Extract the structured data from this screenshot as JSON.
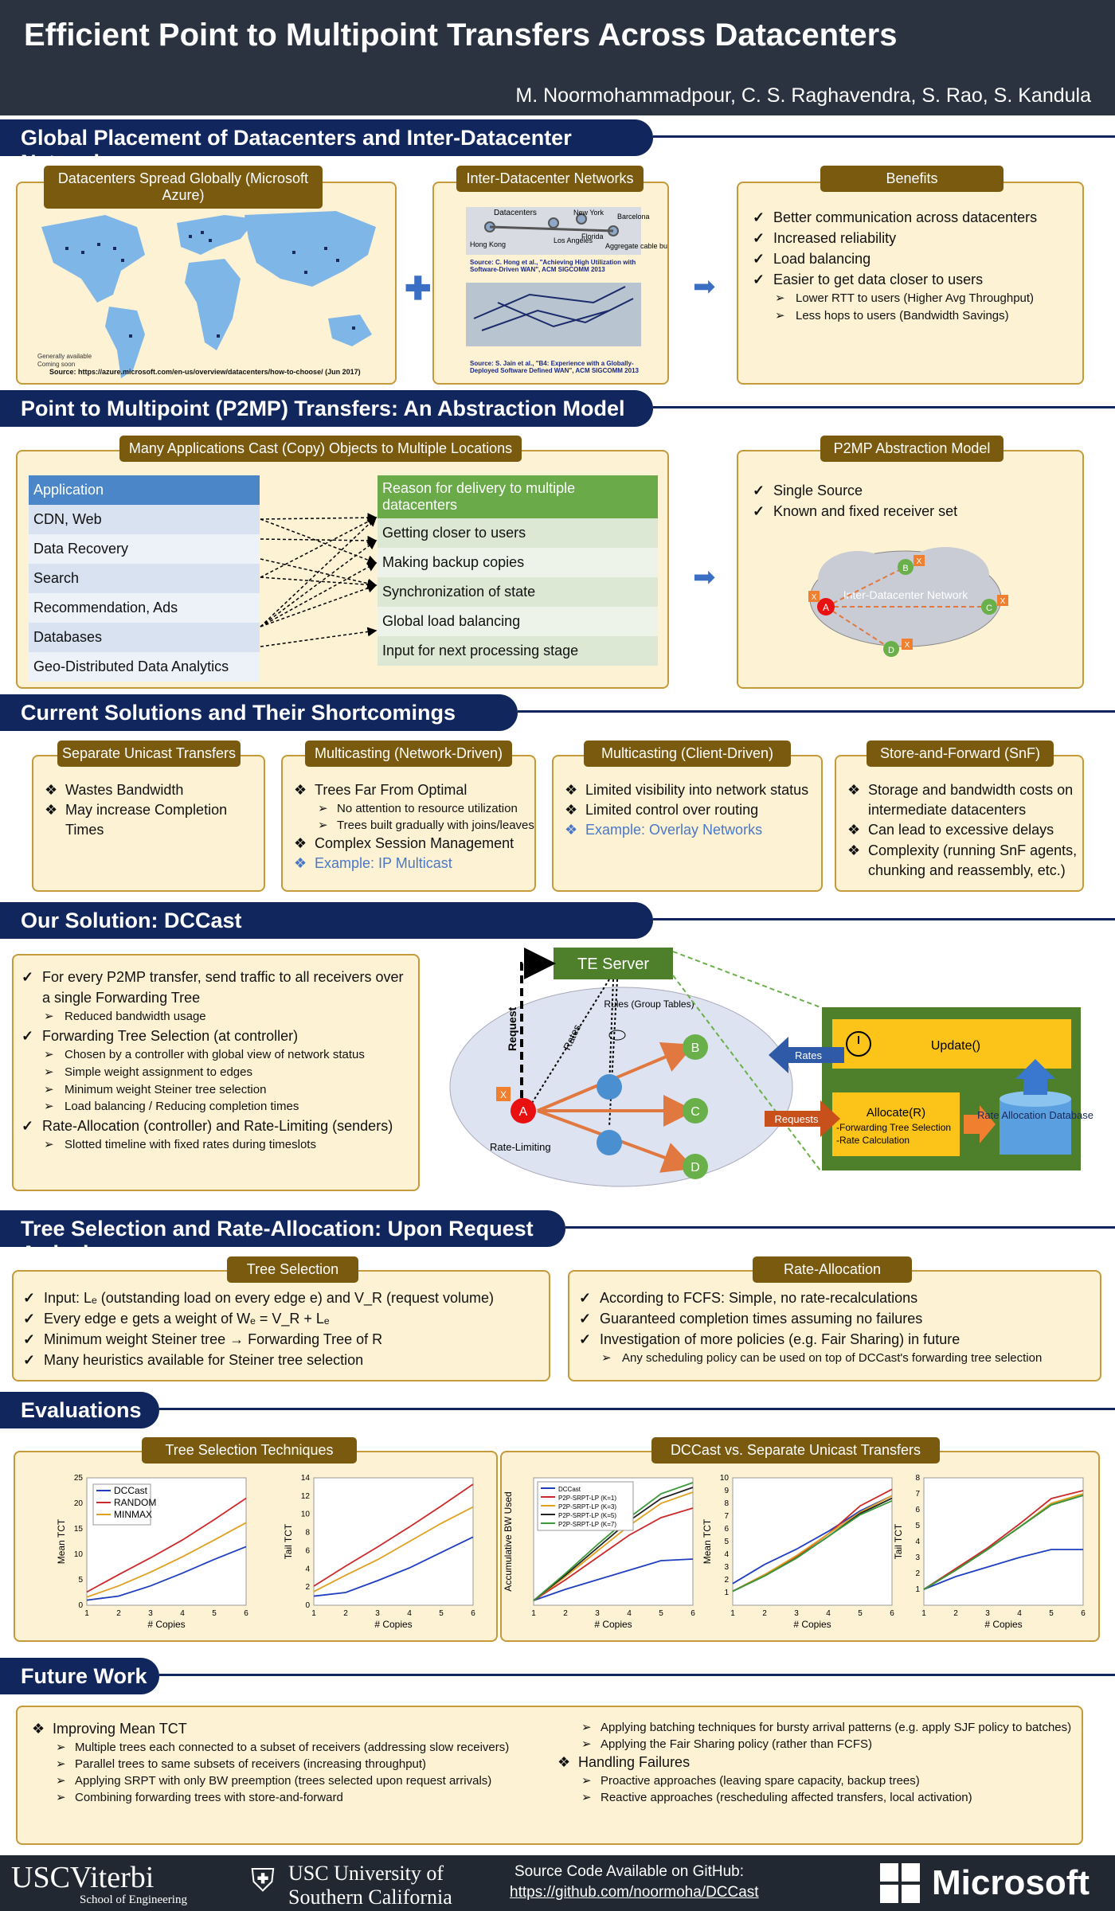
{
  "header": {
    "title": "Efficient Point to Multipoint Transfers Across Datacenters",
    "authors": "M. Noormohammadpour, C. S. Raghavendra, S. Rao, S. Kandula"
  },
  "sections": {
    "s1": "Global Placement of Datacenters and Inter-Datacenter Networks",
    "s2": "Point to Multipoint (P2MP) Transfers: An Abstraction Model",
    "s3": "Current Solutions and Their Shortcomings",
    "s4": "Our Solution: DCCast",
    "s5": "Tree Selection and Rate-Allocation: Upon Request Arrival",
    "s6": "Evaluations",
    "s7": "Future Work"
  },
  "s1": {
    "map_label": "Datacenters Spread Globally (Microsoft Azure)",
    "map_source": "Source: https://azure.microsoft.com/en-us/overview/datacenters/how-to-choose/ (Jun 2017)",
    "map_legend": [
      "Generally available",
      "Coming soon"
    ],
    "idn_label": "Inter-Datacenter Networks",
    "idn_diag": [
      "Datacenters",
      "New York",
      "Barcelona",
      "Hong Kong",
      "Los Angeles",
      "Florida",
      "Aggregate cable bundles"
    ],
    "idn_src1": "Source: C. Hong et al., \"Achieving High Utilization with Software-Driven WAN\", ACM SIGCOMM 2013",
    "idn_src2": "Source: S. Jain et al., \"B4: Experience with a Globally-Deployed Software Defined WAN\", ACM SIGCOMM 2013",
    "benefits_label": "Benefits",
    "benefits": [
      "Better communication across datacenters",
      "Increased reliability",
      "Load balancing",
      "Easier to get data closer to users"
    ],
    "benefits_sub": [
      "Lower RTT to users (Higher Avg Throughput)",
      "Less hops to users (Bandwidth Savings)"
    ]
  },
  "s2": {
    "label": "Many Applications Cast (Copy) Objects to Multiple Locations",
    "app_header": "Application",
    "apps": [
      "CDN, Web",
      "Data Recovery",
      "Search",
      "Recommendation, Ads",
      "Databases",
      "Geo-Distributed Data Analytics"
    ],
    "reason_header": "Reason for delivery to multiple datacenters",
    "reasons": [
      "Getting closer to users",
      "Making backup copies",
      "Synchronization of state",
      "Global load balancing",
      "Input for next processing stage"
    ],
    "model_label": "P2MP Abstraction Model",
    "model_items": [
      "Single Source",
      "Known and fixed receiver set"
    ],
    "cloud": "Inter-Datacenter Network",
    "nodes": [
      "A",
      "B",
      "C",
      "D"
    ],
    "x": "X"
  },
  "s3": {
    "cols": [
      {
        "label": "Separate Unicast Transfers",
        "items": [
          {
            "t": "Wastes Bandwidth",
            "c": ""
          },
          {
            "t": "May increase Completion Times",
            "c": ""
          }
        ]
      },
      {
        "label": "Multicasting (Network-Driven)",
        "items": [
          {
            "t": "Trees Far From Optimal",
            "c": ""
          },
          {
            "t": "No attention to resource utilization",
            "c": "sub"
          },
          {
            "t": "Trees built gradually with joins/leaves",
            "c": "sub"
          },
          {
            "t": "Complex Session Management",
            "c": ""
          },
          {
            "t": "Example: IP Multicast",
            "c": "blue"
          }
        ]
      },
      {
        "label": "Multicasting (Client-Driven)",
        "items": [
          {
            "t": "Limited visibility into network status",
            "c": ""
          },
          {
            "t": "Limited control over routing",
            "c": ""
          },
          {
            "t": "Example: Overlay Networks",
            "c": "blue"
          }
        ]
      },
      {
        "label": "Store-and-Forward (SnF)",
        "items": [
          {
            "t": "Storage and bandwidth costs on intermediate datacenters",
            "c": ""
          },
          {
            "t": "Can lead to excessive delays",
            "c": ""
          },
          {
            "t": "Complexity (running SnF agents, chunking and reassembly, etc.)",
            "c": ""
          }
        ]
      }
    ]
  },
  "s4": {
    "items": [
      {
        "t": "For every P2MP transfer, send traffic to all receivers over a single Forwarding Tree",
        "c": ""
      },
      {
        "t": "Reduced bandwidth usage",
        "c": "sub"
      },
      {
        "t": "Forwarding Tree Selection (at controller)",
        "c": ""
      },
      {
        "t": "Chosen by a controller with global view of network status",
        "c": "sub"
      },
      {
        "t": "Simple weight assignment to edges",
        "c": "sub"
      },
      {
        "t": "Minimum weight Steiner tree selection",
        "c": "sub"
      },
      {
        "t": "Load balancing / Reducing completion times",
        "c": "sub"
      },
      {
        "t": "Rate-Allocation (controller) and Rate-Limiting (senders)",
        "c": ""
      },
      {
        "t": "Slotted timeline with fixed rates during timeslots",
        "c": "sub"
      }
    ],
    "te_server": "TE Server",
    "request": "Request",
    "rates": "Rates",
    "rules": "Rules (Group Tables)",
    "rate_limiting": "Rate-Limiting",
    "rates_arrow": "Rates",
    "update": "Update()",
    "allocate": "Allocate(R)",
    "allocate_sub": [
      "-Forwarding Tree Selection",
      "-Rate Calculation"
    ],
    "requests_arrow": "Requests",
    "db": "Rate Allocation Database"
  },
  "s5": {
    "tree_label": "Tree Selection",
    "tree_items": [
      "Input: Lₑ (outstanding load on every edge e) and V_R (request volume)",
      "Every edge e gets a weight of Wₑ = V_R + Lₑ",
      "Minimum weight Steiner tree → Forwarding Tree of R",
      "Many heuristics available for Steiner tree selection"
    ],
    "rate_label": "Rate-Allocation",
    "rate_items": [
      "According to FCFS: Simple, no rate-recalculations",
      "Guaranteed completion times assuming no failures",
      "Investigation of more policies (e.g. Fair Sharing) in future"
    ],
    "rate_sub": "Any scheduling policy can be used on top of DCCast's forwarding tree selection"
  },
  "s6": {
    "left_label": "Tree Selection Techniques",
    "right_label": "DCCast vs. Separate Unicast Transfers",
    "xlabel": "# Copies"
  },
  "chart_data": [
    {
      "type": "line",
      "ylabel": "Mean TCT",
      "xlabel": "# Copies",
      "x": [
        1,
        2,
        3,
        4,
        5,
        6
      ],
      "ylim": [
        0,
        25
      ],
      "yticks": [
        0,
        5,
        10,
        15,
        20,
        25
      ],
      "series": [
        {
          "name": "DCCast",
          "color": "#1f3fbf",
          "values": [
            1,
            1.8,
            3.8,
            6.3,
            9,
            11.5
          ]
        },
        {
          "name": "RANDOM",
          "color": "#cc2a2a",
          "values": [
            2.6,
            6,
            9.3,
            12.8,
            16.8,
            21
          ]
        },
        {
          "name": "MINMAX",
          "color": "#e0a020",
          "values": [
            1.6,
            3.8,
            6.5,
            9.5,
            12.8,
            16.2
          ]
        }
      ]
    },
    {
      "type": "line",
      "ylabel": "Tail TCT",
      "xlabel": "# Copies",
      "x": [
        1,
        2,
        3,
        4,
        5,
        6
      ],
      "ylim": [
        0,
        14
      ],
      "yticks": [
        0,
        2,
        4,
        6,
        8,
        10,
        12,
        14
      ],
      "series": [
        {
          "name": "DCCast",
          "color": "#1f3fbf",
          "values": [
            1,
            1.4,
            2.7,
            4.1,
            5.8,
            7.5
          ]
        },
        {
          "name": "RANDOM",
          "color": "#cc2a2a",
          "values": [
            2.1,
            4.3,
            6.4,
            8.6,
            10.9,
            13.3
          ]
        },
        {
          "name": "MINMAX",
          "color": "#e0a020",
          "values": [
            1.5,
            3.3,
            5,
            7,
            9,
            10.8
          ]
        }
      ]
    },
    {
      "type": "line",
      "ylabel": "Accumulative BW Used",
      "xlabel": "# Copies",
      "x": [
        1,
        2,
        3,
        4,
        5,
        6
      ],
      "ylim": [
        0,
        8
      ],
      "yticks": [],
      "series": [
        {
          "name": "DCCast",
          "color": "#1f3fbf",
          "values": [
            0.3,
            1.0,
            1.6,
            2.2,
            2.8,
            2.9
          ]
        },
        {
          "name": "P2P-SRPT-LP (K=1)",
          "color": "#cc2a2a",
          "values": [
            0.3,
            1.6,
            3.0,
            4.4,
            5.5,
            6.1
          ]
        },
        {
          "name": "P2P-SRPT-LP (K=3)",
          "color": "#e0a020",
          "values": [
            0.3,
            1.8,
            3.4,
            5.0,
            6.4,
            7.1
          ]
        },
        {
          "name": "P2P-SRPT-LP (K=5)",
          "color": "#222222",
          "values": [
            0.3,
            1.9,
            3.6,
            5.3,
            6.7,
            7.4
          ]
        },
        {
          "name": "P2P-SRPT-LP (K=7)",
          "color": "#3a9a3a",
          "values": [
            0.3,
            2.0,
            3.8,
            5.5,
            7.0,
            7.7
          ]
        }
      ]
    },
    {
      "type": "line",
      "ylabel": "Mean TCT",
      "xlabel": "# Copies",
      "x": [
        1,
        2,
        3,
        4,
        5,
        6
      ],
      "ylim": [
        0,
        10
      ],
      "yticks": [
        1,
        2,
        3,
        4,
        5,
        6,
        7,
        8,
        9,
        10
      ],
      "series": [
        {
          "name": "DCCast",
          "color": "#1f3fbf",
          "values": [
            1.7,
            3.2,
            4.4,
            5.8,
            7.4,
            8.6
          ]
        },
        {
          "name": "P2P-SRPT-LP (K=1)",
          "color": "#cc2a2a",
          "values": [
            1.1,
            2.4,
            3.8,
            5.6,
            7.8,
            9.1
          ]
        },
        {
          "name": "P2P-SRPT-LP (K=3)",
          "color": "#e0a020",
          "values": [
            1.1,
            2.4,
            3.9,
            5.6,
            7.3,
            8.6
          ]
        },
        {
          "name": "P2P-SRPT-LP (K=5)",
          "color": "#222222",
          "values": [
            1.1,
            2.3,
            3.7,
            5.4,
            7.2,
            8.4
          ]
        },
        {
          "name": "P2P-SRPT-LP (K=7)",
          "color": "#3a9a3a",
          "values": [
            1.1,
            2.3,
            3.7,
            5.4,
            7.1,
            8.2
          ]
        }
      ]
    },
    {
      "type": "line",
      "ylabel": "Tail TCT",
      "xlabel": "# Copies",
      "x": [
        1,
        2,
        3,
        4,
        5,
        6
      ],
      "ylim": [
        0,
        8
      ],
      "yticks": [
        1,
        2,
        3,
        4,
        5,
        6,
        7,
        8
      ],
      "series": [
        {
          "name": "DCCast",
          "color": "#1f3fbf",
          "values": [
            1,
            1.8,
            2.4,
            3,
            3.5,
            3.5
          ]
        },
        {
          "name": "P2P-SRPT-LP (K=1)",
          "color": "#cc2a2a",
          "values": [
            1,
            2.3,
            3.6,
            5.1,
            6.7,
            7.2
          ]
        },
        {
          "name": "P2P-SRPT-LP (K=3)",
          "color": "#e0a020",
          "values": [
            1,
            2.2,
            3.5,
            4.9,
            6.4,
            7.0
          ]
        },
        {
          "name": "P2P-SRPT-LP (K=5)",
          "color": "#222222",
          "values": [
            1,
            2.2,
            3.5,
            4.9,
            6.3,
            6.9
          ]
        },
        {
          "name": "P2P-SRPT-LP (K=7)",
          "color": "#3a9a3a",
          "values": [
            1,
            2.2,
            3.5,
            4.9,
            6.3,
            6.9
          ]
        }
      ]
    }
  ],
  "s7": {
    "left": [
      {
        "t": "Improving Mean TCT",
        "c": ""
      },
      {
        "t": "Multiple trees each connected to a subset of receivers (addressing slow receivers)",
        "c": "sub"
      },
      {
        "t": "Parallel trees to same subsets of receivers (increasing throughput)",
        "c": "sub"
      },
      {
        "t": "Applying SRPT with only BW preemption (trees selected upon request arrivals)",
        "c": "sub"
      },
      {
        "t": "Combining forwarding trees with store-and-forward",
        "c": "sub"
      }
    ],
    "right": [
      {
        "t": "Applying batching techniques for bursty arrival patterns (e.g. apply SJF policy to batches)",
        "c": "sub"
      },
      {
        "t": "Applying the Fair Sharing policy (rather than FCFS)",
        "c": "sub"
      },
      {
        "t": "Handling Failures",
        "c": ""
      },
      {
        "t": "Proactive approaches (leaving spare capacity, backup trees)",
        "c": "sub"
      },
      {
        "t": "Reactive approaches (rescheduling affected transfers, local activation)",
        "c": "sub"
      }
    ]
  },
  "footer": {
    "usc1": "USC",
    "viterbi": "Viterbi",
    "school": "School of Engineering",
    "usc2": "USC",
    "univ1": "University of",
    "univ2": "Southern California",
    "code1": "Source Code Available on GitHub:",
    "code2": "https://github.com/noormoha/DCCast",
    "ms": "Microsoft"
  }
}
